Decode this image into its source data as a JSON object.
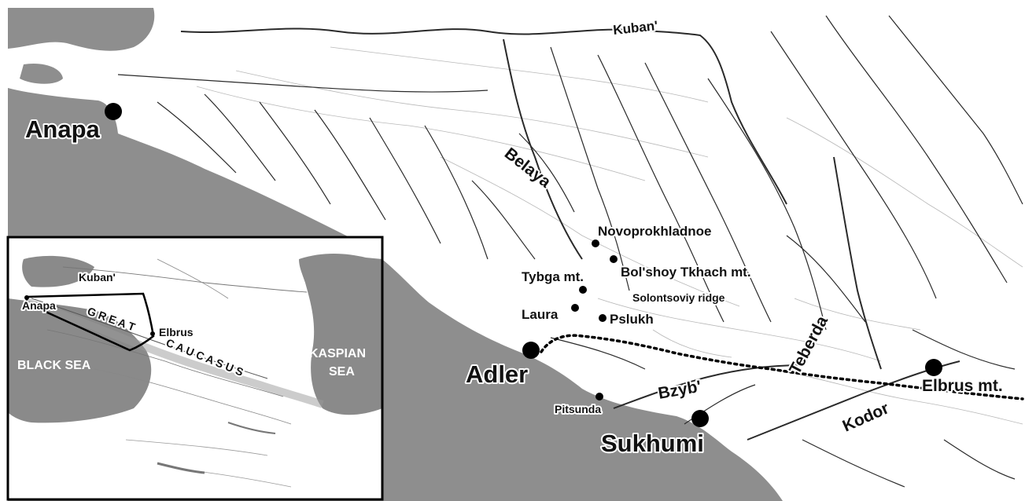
{
  "main_map": {
    "sea_color": "#8e8e8e",
    "land_color": "#ffffff",
    "cities": [
      {
        "name": "Anapa",
        "key": "anapa"
      },
      {
        "name": "Adler",
        "key": "adler"
      },
      {
        "name": "Sukhumi",
        "key": "sukhumi"
      }
    ],
    "sites": [
      {
        "name": "Novoprokhladnoe",
        "key": "novoprokhladnoe"
      },
      {
        "name": "Bol'shoy Tkhach mt.",
        "key": "bolshoy-tkhach"
      },
      {
        "name": "Tybga mt.",
        "key": "tybga"
      },
      {
        "name": "Laura",
        "key": "laura"
      },
      {
        "name": "Pslukh",
        "key": "pslukh"
      },
      {
        "name": "Pitsunda",
        "key": "pitsunda"
      },
      {
        "name": "Elbrus mt.",
        "key": "elbrus"
      }
    ],
    "ridge_label": "Solontsoviy ridge",
    "rivers": {
      "kuban": "Kuban'",
      "belaya": "Belaya",
      "teberda": "Teberda",
      "bzyb": "Bzyb'",
      "kodor": "Kodor"
    }
  },
  "inset_map": {
    "sea_color": "#8a8a8a",
    "labels": {
      "kuban": "Kuban'",
      "anapa": "Anapa",
      "elbrus": "Elbrus",
      "great": "G R E A T",
      "caucasus": "C A U C A S U S",
      "black_sea": "BLACK SEA",
      "kaspian_1": "KASPIAN",
      "kaspian_2": "SEA"
    }
  }
}
